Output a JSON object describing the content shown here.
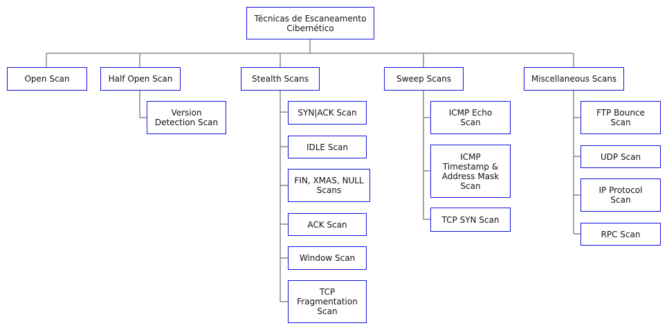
{
  "root": {
    "label": "Técnicas de Escaneamento\nCibernético"
  },
  "categories": {
    "open": {
      "label": "Open Scan"
    },
    "half_open": {
      "label": "Half Open Scan",
      "children": [
        "Version\nDetection Scan"
      ]
    },
    "stealth": {
      "label": "Stealth Scans",
      "children": [
        "SYN|ACK Scan",
        "IDLE Scan",
        "FIN, XMAS, NULL\nScans",
        "ACK Scan",
        "Window Scan",
        "TCP\nFragmentation\nScan"
      ]
    },
    "sweep": {
      "label": "Sweep Scans",
      "children": [
        "ICMP Echo\nScan",
        "ICMP\nTimestamp &\nAddress Mask\nScan",
        "TCP SYN Scan"
      ]
    },
    "misc": {
      "label": "Miscellaneous Scans",
      "children": [
        "FTP Bounce\nScan",
        "UDP Scan",
        "IP Protocol\nScan",
        "RPC Scan"
      ]
    }
  },
  "colors": {
    "box_border": "#1010e0",
    "connector": "#888888",
    "text": "#111111"
  }
}
